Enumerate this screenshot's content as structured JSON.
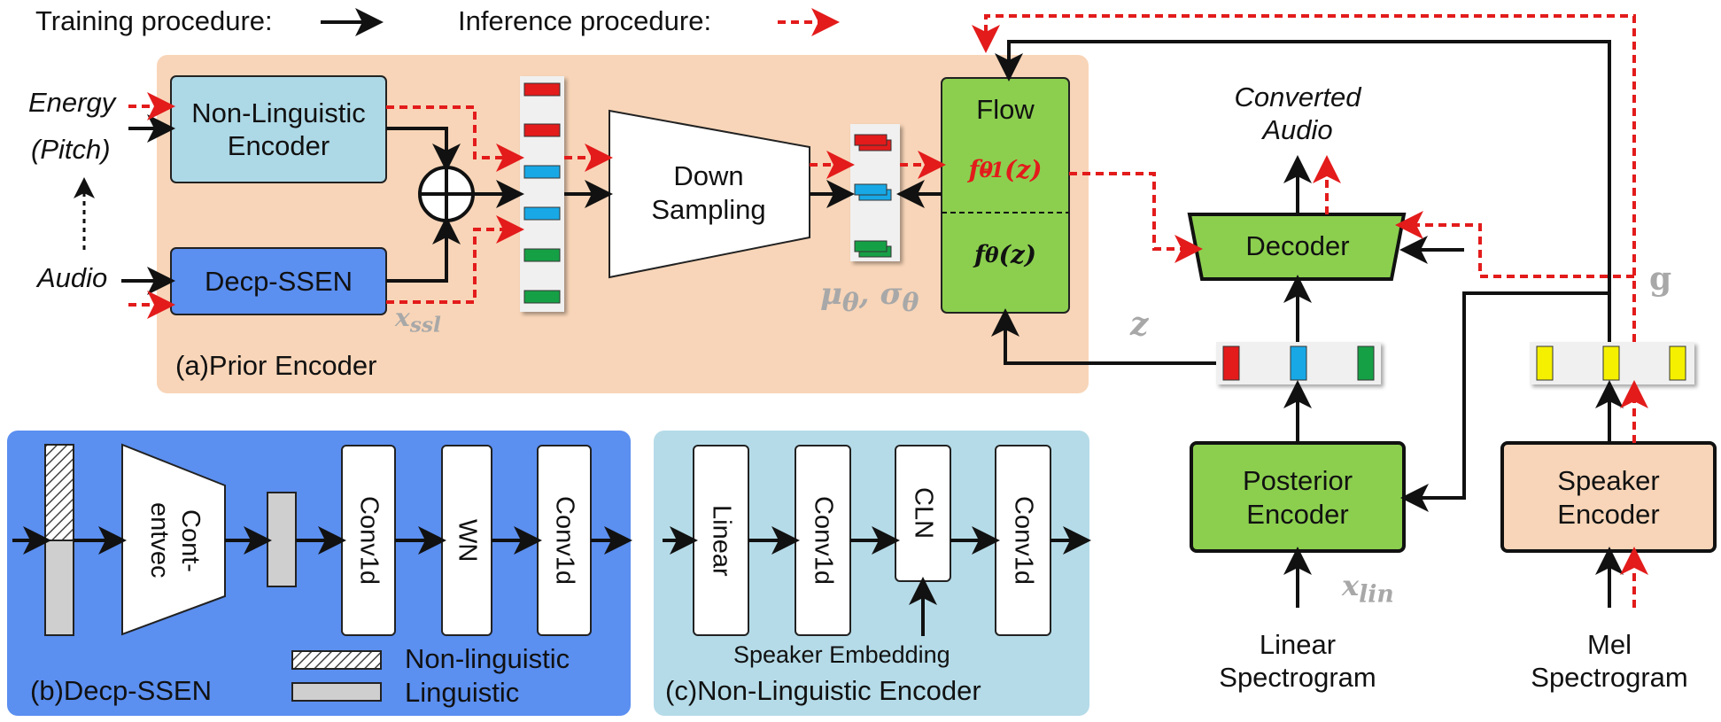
{
  "legend": {
    "training_label": "Training procedure:",
    "inference_label": "Inference procedure:"
  },
  "inputs": {
    "energy": "Energy",
    "pitch": "(Pitch)",
    "audio": "Audio",
    "linear_line1": "Linear",
    "linear_line2": "Spectrogram",
    "mel_line1": "Mel",
    "mel_line2": "Spectrogram"
  },
  "prior_encoder": {
    "title": "(a)Prior Encoder",
    "non_linguistic_line1": "Non-Linguistic",
    "non_linguistic_line2": "Encoder",
    "decp_ssen": "Decp-SSEN",
    "down_sampling_line1": "Down",
    "down_sampling_line2": "Sampling",
    "flow_title": "Flow",
    "flow_inverse": "f_θ^-1(z)",
    "flow_forward": "f_θ(z)",
    "x_ssl": "x_ssl",
    "mu_sigma": "μ_θ, σ_θ"
  },
  "right": {
    "converted_line1": "Converted",
    "converted_line2": "Audio",
    "decoder": "Decoder",
    "posterior_line1": "Posterior",
    "posterior_line2": "Encoder",
    "speaker_line1": "Speaker",
    "speaker_line2": "Encoder",
    "z_label": "z",
    "g_label": "g",
    "x_lin": "x_lin"
  },
  "decp_panel": {
    "title": "(b)Decp-SSEN",
    "contentvec": "Cont-entvec",
    "conv1": "Conv1d",
    "wn": "WN",
    "conv2": "Conv1d",
    "legend_nonling": "Non-linguistic",
    "legend_ling": "Linguistic"
  },
  "nle_panel": {
    "title": "(c)Non-Linguistic Encoder",
    "linear": "Linear",
    "conv1": "Conv1d",
    "cln": "CLN",
    "conv2": "Conv1d",
    "speaker_embedding": "Speaker Embedding"
  },
  "colors": {
    "prior_bg": "#f8d5b8",
    "decp_bg": "#5b8ff0",
    "nle_bg": "#b5dbe8",
    "light_blue_box": "#add8e6",
    "decp_box": "#5b8ff0",
    "green_box": "#8ccf4f",
    "peach_box": "#f8d5b8",
    "red": "#e31b1b",
    "blue_cell": "#18a8e6",
    "green_cell": "#16a046",
    "yellow_cell": "#f5f000"
  }
}
